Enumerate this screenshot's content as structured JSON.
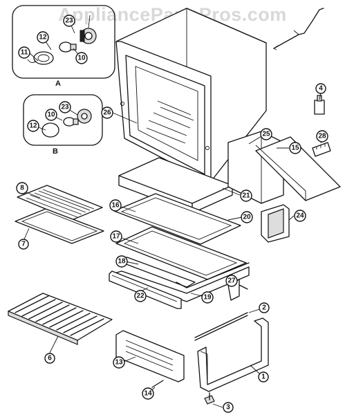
{
  "watermark": "AppliancePartsPros.com",
  "inset_labels": {
    "a": "A",
    "b": "B"
  },
  "callouts": {
    "p1": "1",
    "p2": "2",
    "p3": "3",
    "p4": "4",
    "p6": "6",
    "p7": "7",
    "p8": "8",
    "p10a": "10",
    "p10b": "10",
    "p11": "11",
    "p12a": "12",
    "p12b": "12",
    "p13": "13",
    "p14": "14",
    "p15": "15",
    "p16": "16",
    "p17": "17",
    "p18": "18",
    "p19": "19",
    "p20": "20",
    "p21": "21",
    "p22": "22",
    "p23a": "23",
    "p23b": "23",
    "p24": "24",
    "p25": "25",
    "p26": "26",
    "p27": "27",
    "p28": "28"
  }
}
